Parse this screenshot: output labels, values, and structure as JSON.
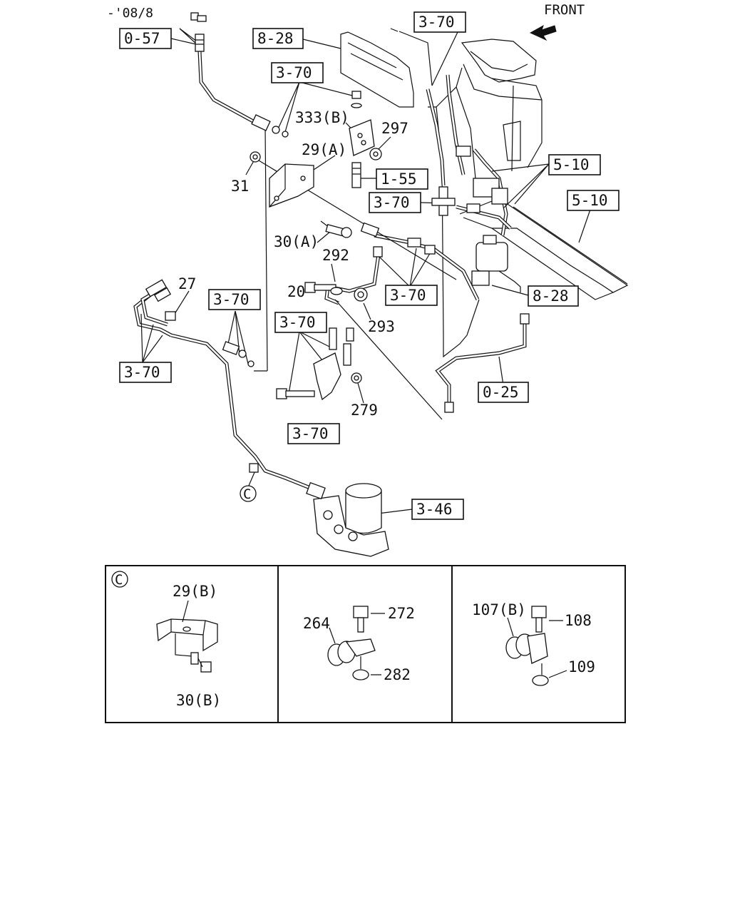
{
  "date_code": "-'08/8",
  "front_label": "FRONT",
  "ref_boxes": {
    "r057": "0-57",
    "r828a": "8-28",
    "r370a": "3-70",
    "r370b": "3-70",
    "r155": "1-55",
    "r370c": "3-70",
    "r510a": "5-10",
    "r510b": "5-10",
    "r370d": "3-70",
    "r828b": "8-28",
    "r370e": "3-70",
    "r370f": "3-70",
    "r370g": "3-70",
    "r025": "0-25",
    "r370h": "3-70",
    "r346": "3-46"
  },
  "part_numbers": {
    "p333b": "333(B)",
    "p297": "297",
    "p29a": "29(A)",
    "p31": "31",
    "p30a": "30(A)",
    "p292": "292",
    "p20": "20",
    "p293": "293",
    "p27": "27",
    "p279": "279",
    "pc": "C"
  },
  "detail": {
    "marker": "C",
    "panel1": {
      "p29b": "29(B)",
      "p30b": "30(B)"
    },
    "panel2": {
      "p264": "264",
      "p272": "272",
      "p282": "282"
    },
    "panel3": {
      "p107b": "107(B)",
      "p108": "108",
      "p109": "109"
    }
  }
}
